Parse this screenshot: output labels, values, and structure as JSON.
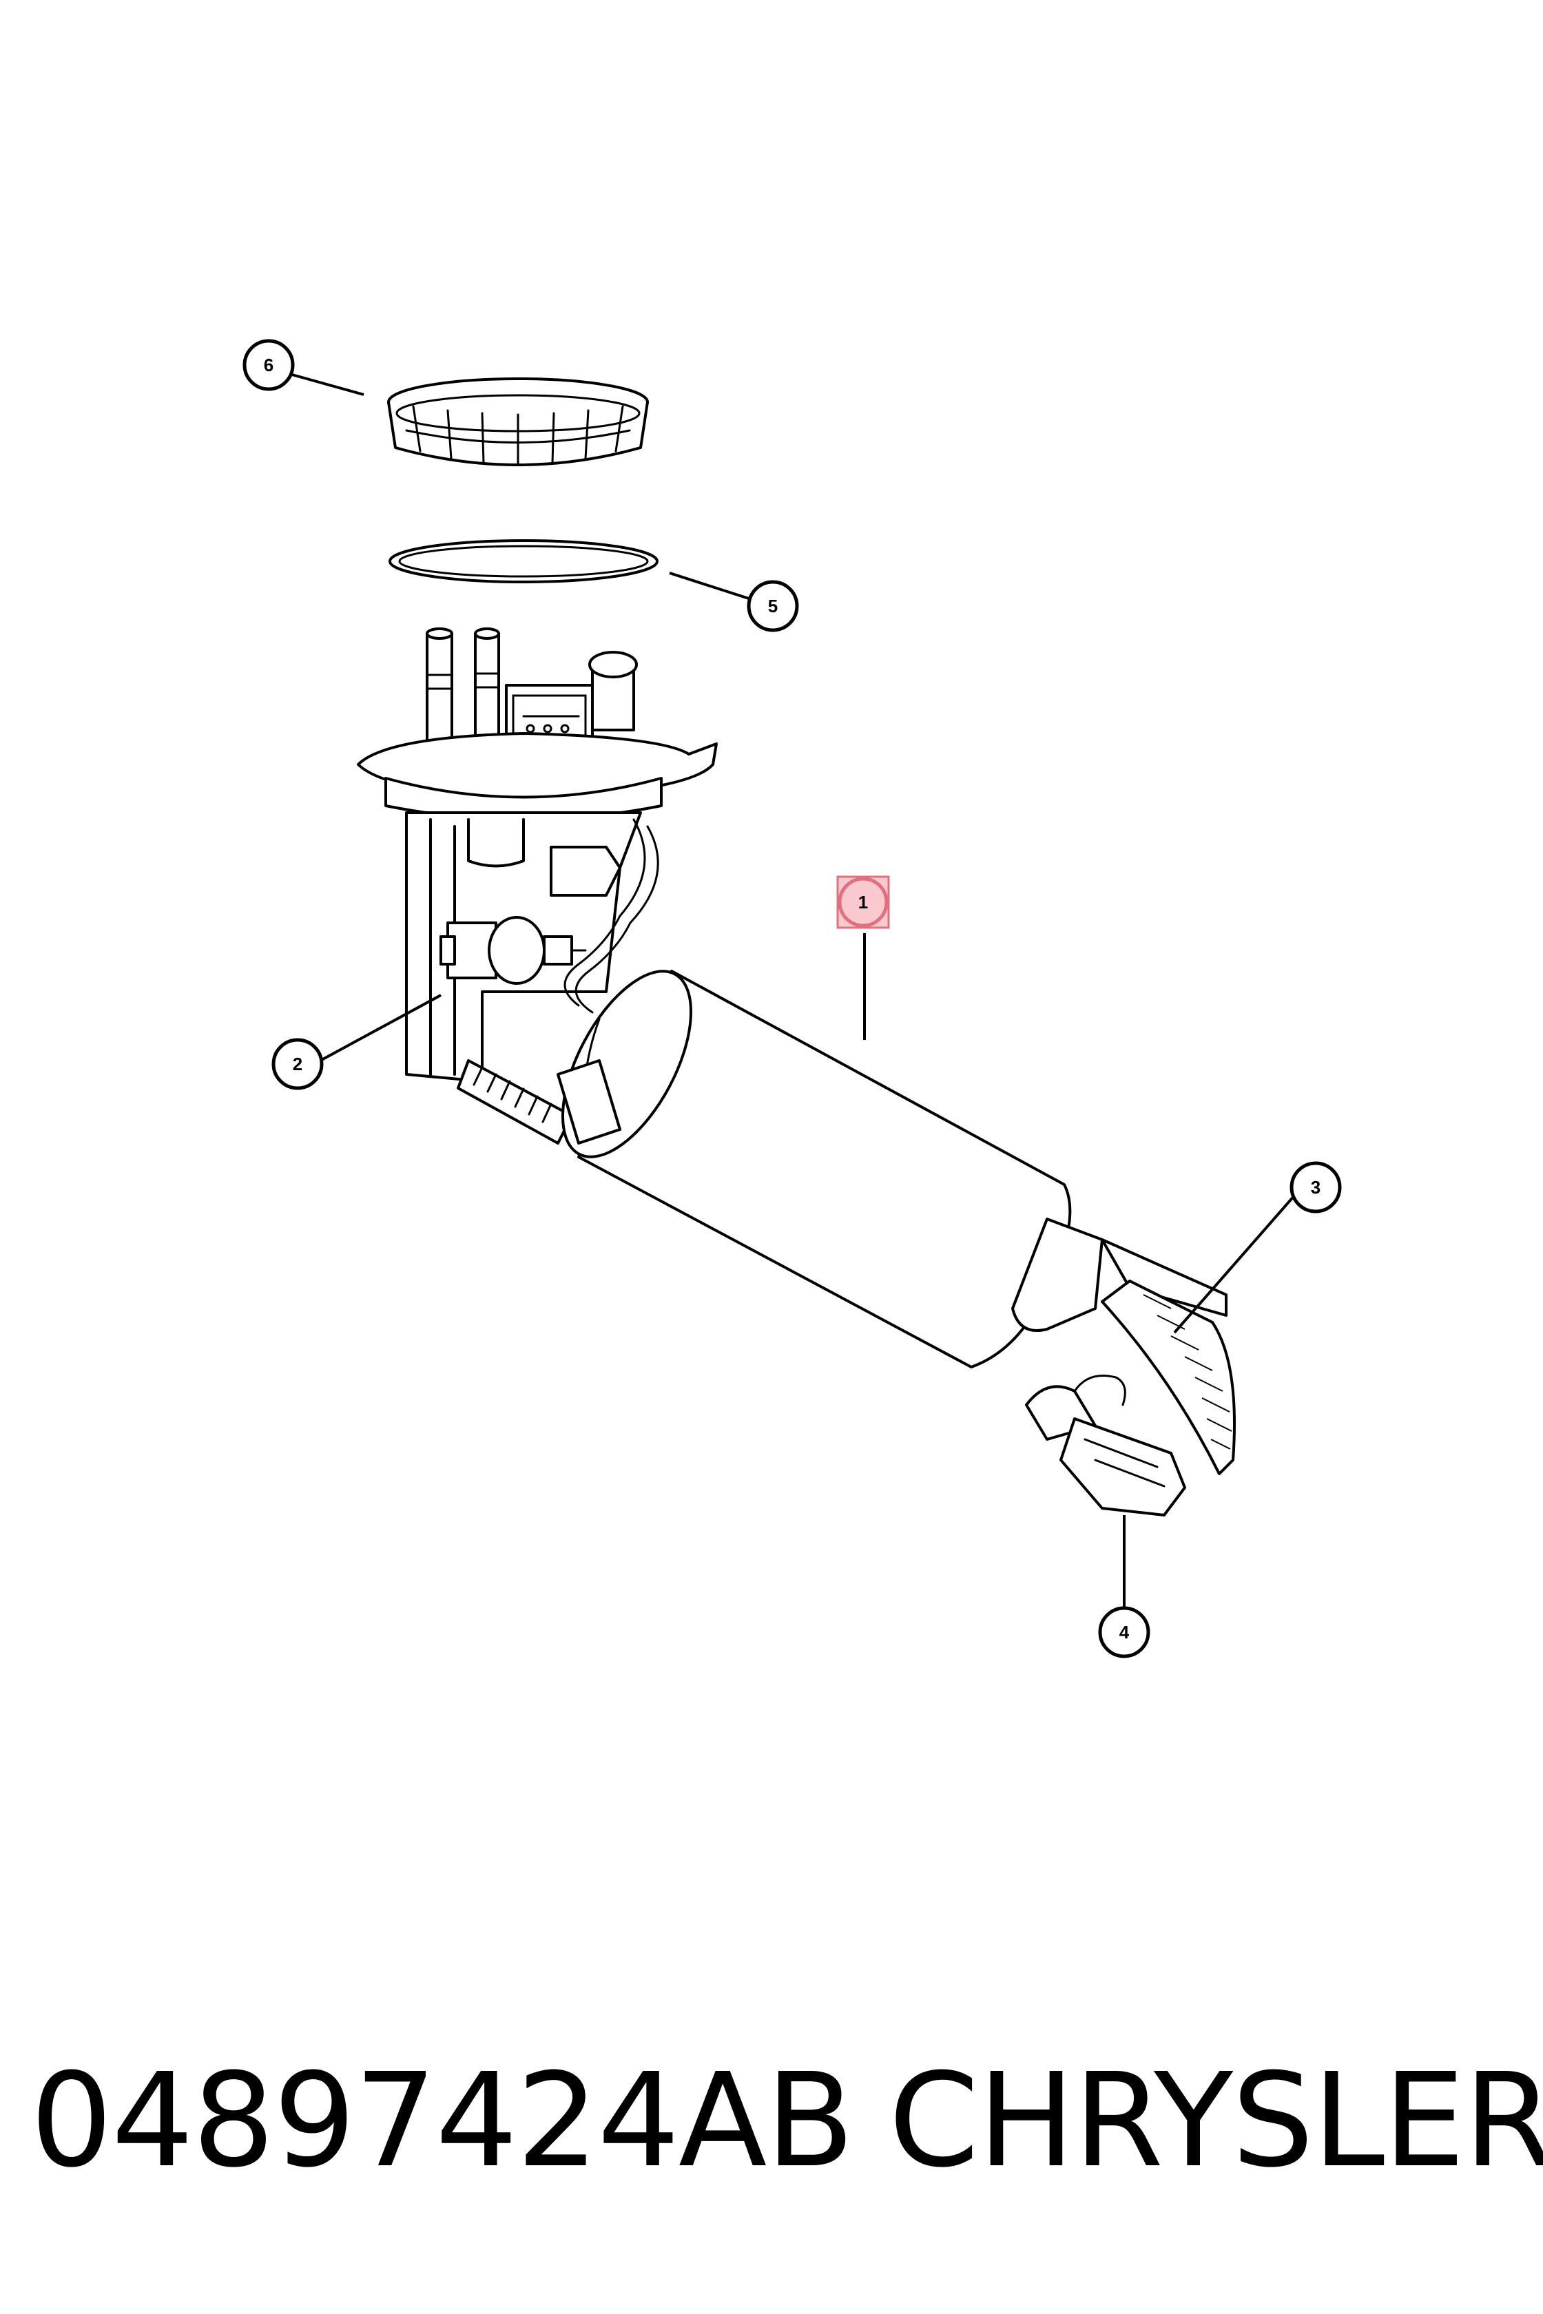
{
  "callouts": [
    {
      "id": "1",
      "label": "1",
      "highlighted": true
    },
    {
      "id": "2",
      "label": "2"
    },
    {
      "id": "3",
      "label": "3"
    },
    {
      "id": "4",
      "label": "4"
    },
    {
      "id": "5",
      "label": "5"
    },
    {
      "id": "6",
      "label": "6"
    }
  ],
  "footer": {
    "part_number": "04897424AB",
    "brand": "CHRYSLER"
  },
  "colors": {
    "line": "#000000",
    "background": "#ffffff",
    "highlight_fill": "#f9c9cf",
    "highlight_stroke": "#e0707e"
  }
}
